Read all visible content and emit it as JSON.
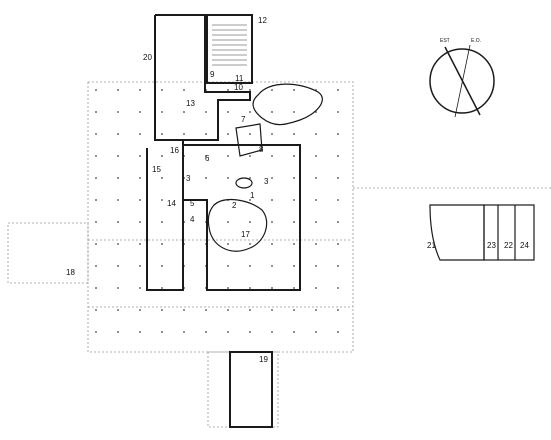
{
  "labels": {
    "n1": "1",
    "n2": "2",
    "n3a": "3",
    "n3b": "3",
    "n4": "4",
    "n5": "5",
    "n6": "6",
    "n7": "7",
    "n8": "8",
    "n9": "9",
    "n10": "10",
    "n11": "11",
    "n12": "12",
    "n13": "13",
    "n14": "14",
    "n15": "15",
    "n16": "16",
    "n17": "17",
    "n18": "18",
    "n19": "19",
    "n20": "20",
    "n21": "21",
    "n22": "22",
    "n23": "23",
    "n24": "24"
  },
  "compass": {
    "east_label": "EST",
    "ovest_label": "E.O."
  },
  "colors": {
    "ink": "#1a1a1a",
    "grid": "#9a9a9a",
    "paper": "#ffffff"
  }
}
